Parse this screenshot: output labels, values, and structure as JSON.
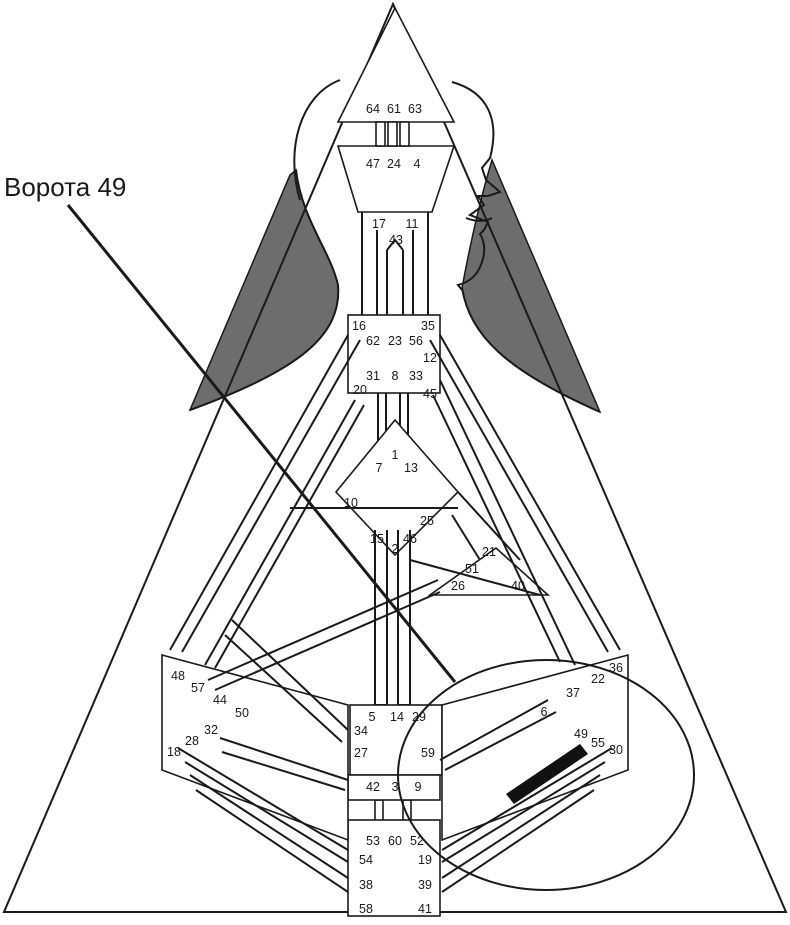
{
  "callout": {
    "label": "Ворота 49",
    "highlighted_gate": "49"
  },
  "colors": {
    "silhouette_shade": "#6d6d6d",
    "line": "#1a1a1a",
    "highlight_bar": "#111111",
    "background": "#ffffff"
  },
  "gates": {
    "g64": "64",
    "g61": "61",
    "g63": "63",
    "g47": "47",
    "g24": "24",
    "g4": "4",
    "g17": "17",
    "g43": "43",
    "g11": "11",
    "g16": "16",
    "g35": "35",
    "g62": "62",
    "g23": "23",
    "g56": "56",
    "g12": "12",
    "g31": "31",
    "g8": "8",
    "g33": "33",
    "g20": "20",
    "g45": "45",
    "g7": "7",
    "g1": "1",
    "g13": "13",
    "g10": "10",
    "g25": "25",
    "g15": "15",
    "g2": "2",
    "g46": "46",
    "g21": "21",
    "g51": "51",
    "g26": "26",
    "g40": "40",
    "g48": "48",
    "g57": "57",
    "g44": "44",
    "g50": "50",
    "g36": "36",
    "g22": "22",
    "g37": "37",
    "g6": "6",
    "g49": "49",
    "g55": "55",
    "g30": "30",
    "g34": "34",
    "g5": "5",
    "g14": "14",
    "g29": "29",
    "g59": "59",
    "g27": "27",
    "g18": "18",
    "g28": "28",
    "g32": "32",
    "g42": "42",
    "g3": "3",
    "g9": "9",
    "g53": "53",
    "g60": "60",
    "g52": "52",
    "g54": "54",
    "g19": "19",
    "g38": "38",
    "g39": "39",
    "g58": "58",
    "g41": "41"
  }
}
